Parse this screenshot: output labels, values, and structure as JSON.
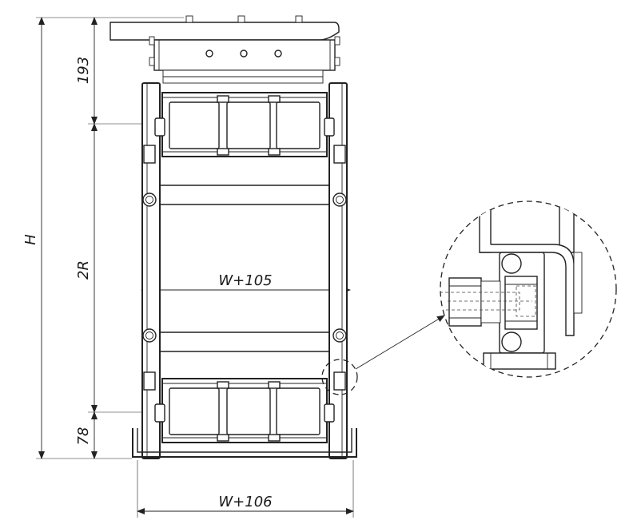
{
  "dimensions": {
    "overall_height": "H",
    "top_offset": "193",
    "bend_radius": "2R",
    "bottom_offset": "78",
    "inner_width": "W+105",
    "outer_width": "W+106"
  }
}
